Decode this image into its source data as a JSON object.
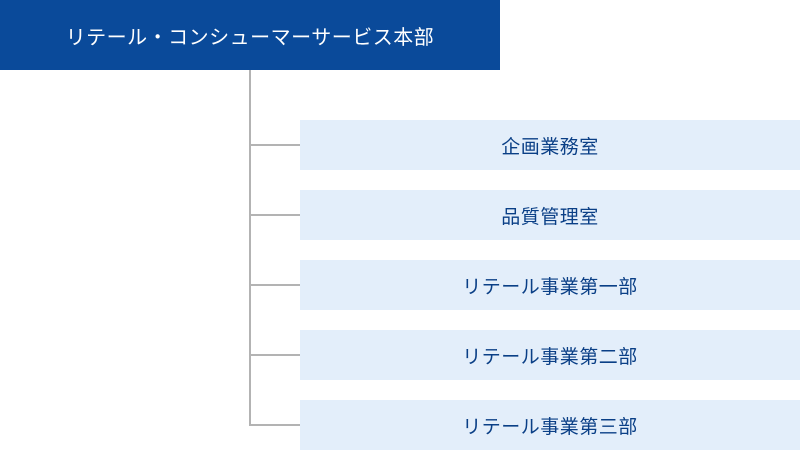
{
  "org": {
    "root": {
      "label": "リテール・コンシューマーサービス本部",
      "color": "#0a4a9a"
    },
    "children": [
      {
        "label": "企画業務室"
      },
      {
        "label": "品質管理室"
      },
      {
        "label": "リテール事業第一部"
      },
      {
        "label": "リテール事業第二部"
      },
      {
        "label": "リテール事業第三部"
      }
    ],
    "child_fill": "#e3eefa",
    "child_text_color": "#0a3f86",
    "connector_color": "#b3b3b3"
  }
}
